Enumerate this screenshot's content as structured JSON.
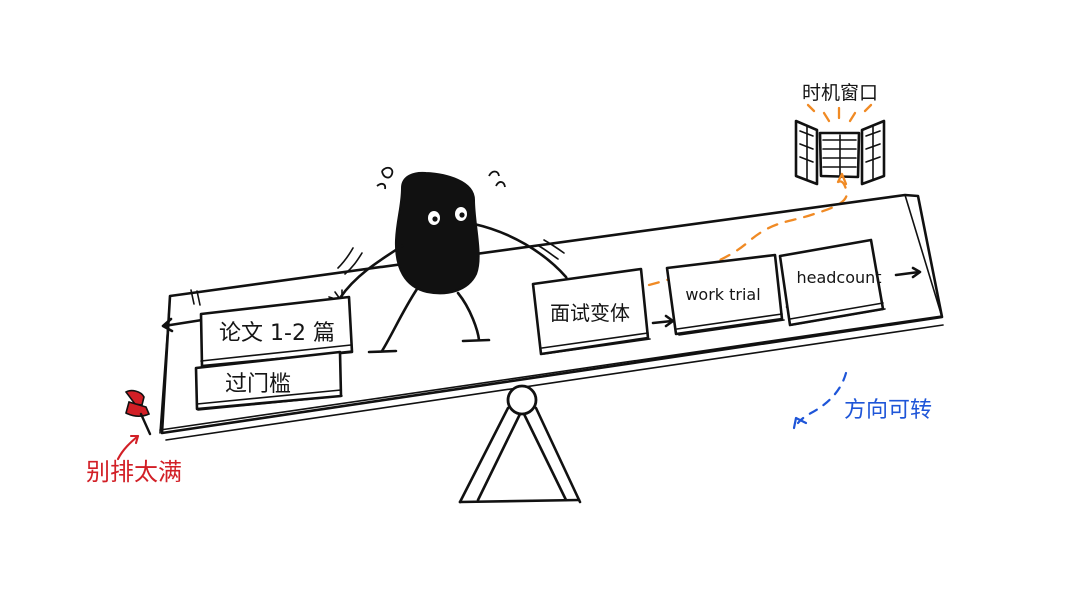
{
  "labels": {
    "window": "时机窗口",
    "card_papers": "论文 1-2 篇",
    "card_threshold": "过门槛",
    "card_variants": "面试变体",
    "card_work_trial": "work trial",
    "card_headcount": "headcount",
    "pin_note": "别排太满",
    "direction_note": "方向可转"
  },
  "colors": {
    "ink": "#111111",
    "red_note": "#d21f26",
    "blue_note": "#1e55d8",
    "orange_path": "#f08a24"
  },
  "icons": {
    "window": "open-window-icon",
    "pin": "red-pushpin-icon",
    "character": "black-blob-character-icon",
    "fulcrum": "seesaw-fulcrum-icon"
  }
}
